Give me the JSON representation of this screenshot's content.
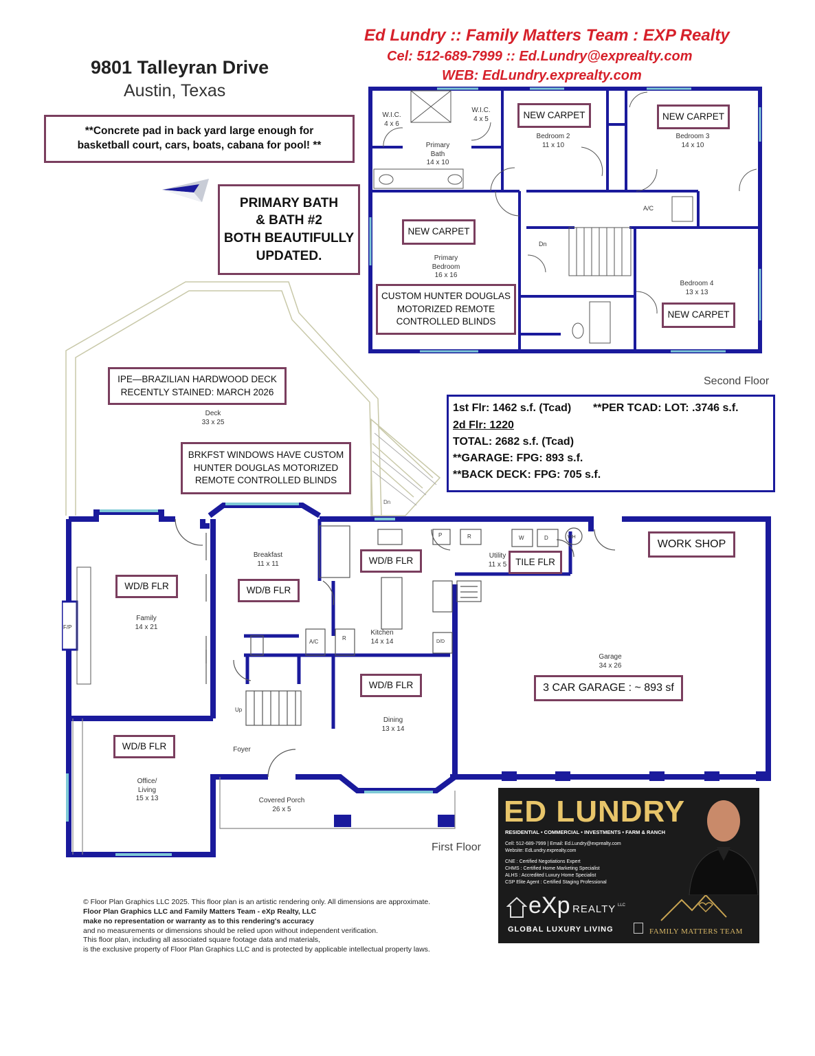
{
  "header": {
    "line1": "Ed Lundry :: Family Matters Team :  EXP Realty",
    "line2": "Cel: 512-689-7999 :: Ed.Lundry@exprealty.com",
    "line3": "WEB: EdLundry.exprealty.com"
  },
  "address": {
    "street": "9801 Talleyran Drive",
    "city": "Austin, Texas"
  },
  "callouts": {
    "concrete_pad_1": "**Concrete pad in back yard large enough for",
    "concrete_pad_2": "basketball court, cars, boats, cabana for pool! **",
    "primary_bath_1": "PRIMARY BATH",
    "primary_bath_2": "& BATH #2",
    "primary_bath_3": "BOTH BEAUTIFULLY",
    "primary_bath_4": "UPDATED.",
    "deck_1": "IPE—BRAZILIAN HARDWOOD DECK",
    "deck_2": "RECENTLY STAINED: MARCH 2026",
    "brkfst_1": "BRKFST WINDOWS HAVE CUSTOM",
    "brkfst_2": "HUNTER DOUGLAS MOTORIZED",
    "brkfst_3": "REMOTE CONTROLLED BLINDS",
    "blinds_1": "CUSTOM HUNTER DOUGLAS",
    "blinds_2": "MOTORIZED  REMOTE",
    "blinds_3": "CONTROLLED BLINDS",
    "new_carpet": "NEW CARPET",
    "wdb_flr": "WD/B FLR",
    "tile_flr": "TILE FLR",
    "work_shop": "WORK SHOP",
    "garage_note": "3 CAR GARAGE : ~ 893 sf"
  },
  "sqft": {
    "first_floor": "1st Flr: 1462 s.f. (Tcad)",
    "lot": "**PER TCAD: LOT:  .3746 s.f.",
    "second_floor": "2d Flr:  1220",
    "total": "TOTAL: 2682 s.f.  (Tcad)",
    "garage": "**GARAGE: FPG: 893 s.f.",
    "back_deck": "**BACK DECK: FPG: 705 s.f."
  },
  "second_floor": {
    "label": "Second Floor",
    "rooms": {
      "wic1_name": "W.I.C.",
      "wic1_size": "4 x 6",
      "wic2_name": "W.I.C.",
      "wic2_size": "4 x 5",
      "primary_bath_name1": "Primary",
      "primary_bath_name2": "Bath",
      "primary_bath_size": "14 x 10",
      "bed2_name": "Bedroom 2",
      "bed2_size": "11 x 10",
      "bed3_name": "Bedroom 3",
      "bed3_size": "14 x 10",
      "primary_bed_name1": "Primary",
      "primary_bed_name2": "Bedroom",
      "primary_bed_size": "16 x 16",
      "bed4_name": "Bedroom 4",
      "bed4_size": "13 x 13",
      "ac": "A/C",
      "dn": "Dn"
    }
  },
  "first_floor": {
    "label": "First Floor",
    "rooms": {
      "deck_name": "Deck",
      "deck_size": "33 x 25",
      "deck_dn": "Dn",
      "breakfast_name": "Breakfast",
      "breakfast_size": "11 x 11",
      "family_name": "Family",
      "family_size": "14 x 21",
      "fp": "F/P",
      "kitchen_name": "Kitchen",
      "kitchen_size": "14 x 14",
      "utility_name": "Utility",
      "utility_size": "11 x 5",
      "garage_name": "Garage",
      "garage_size": "34 x 26",
      "dining_name": "Dining",
      "dining_size": "13 x 14",
      "foyer": "Foyer",
      "office_name1": "Office/",
      "office_name2": "Living",
      "office_size": "15 x 13",
      "porch_name": "Covered Porch",
      "porch_size": "26 x 5",
      "up": "Up",
      "ac": "A/C",
      "r1": "R",
      "r2": "R",
      "p": "P",
      "w": "W",
      "d": "D",
      "wh": "WH",
      "dd": "D/D"
    }
  },
  "footer": {
    "l1": "© Floor Plan Graphics LLC 2025. This floor plan is an artistic rendering only. All dimensions are approximate.",
    "l2": "Floor Plan Graphics LLC and  Family Matters Team - eXp Realty, LLC",
    "l3": "make no representation or warranty as to this rendering's accuracy",
    "l4": "and no measurements or dimensions should be relied upon without independent verification.",
    "l5": "This floor plan, including all associated square footage data and materials,",
    "l6": "is the exclusive property of Floor Plan Graphics LLC and is protected by applicable intellectual property laws."
  },
  "card": {
    "name": "ED LUNDRY",
    "tagline": "RESIDENTIAL • COMMERCIAL • INVESTMENTS • FARM & RANCH",
    "contact": "Cell: 512-689-7999  |  Email: Ed.Lundry@exprealty.com",
    "website": "Website: EdLundry.exprealty.com",
    "cne": "CNE : Certified Negotiations Expert",
    "chms": "CHMS : Certified Home Marketing Specialist",
    "alhs": "ALHS : Accredited Luxury Home Specialist",
    "csp": "CSP Elite Agent : Certified Staging Professional",
    "brand_exp": "eXp",
    "brand_realty": "REALTY",
    "brand_llc": "LLC",
    "global": "GLOBAL  LUXURY  LIVING",
    "team": "FAMILY MATTERS TEAM"
  },
  "colors": {
    "wall": "#1a1a9c",
    "callout_border": "#7a3e5e",
    "header_red": "#d6202a",
    "deck_line": "#c8c8a8"
  }
}
